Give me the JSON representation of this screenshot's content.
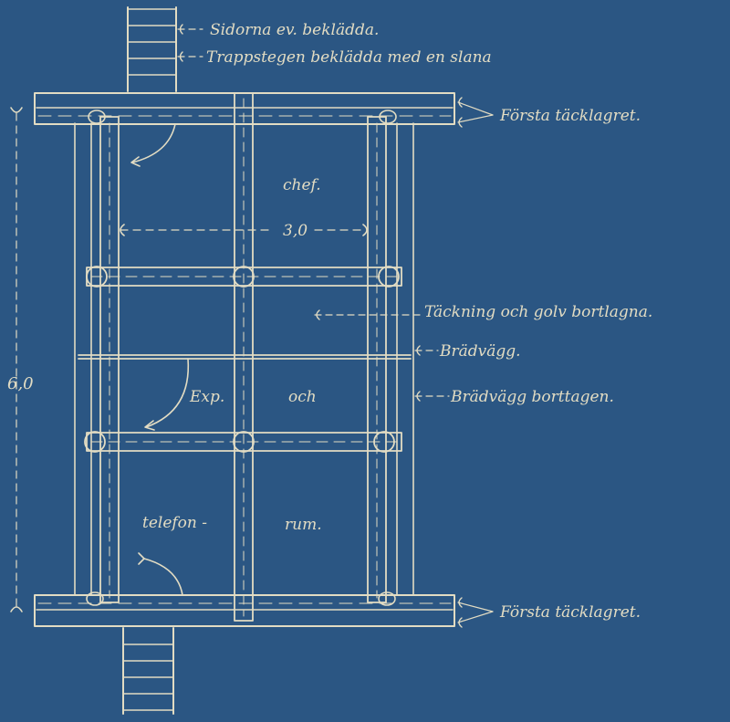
{
  "diagram": {
    "background_color": "#2b5683",
    "ink_color": "#e2dcc3",
    "labels": {
      "sides": "Sidorna ev. beklädda.",
      "ladder": "Trappstegen beklädda med en slana",
      "first_layer_top": "Första täcklagret.",
      "chef": "chef.",
      "width_dim": "3,0",
      "covering_removed": "Täckning och golv bortlagna.",
      "board_wall": "Brädvägg.",
      "exp": "Exp.",
      "och": "och",
      "board_wall_removed": "Brädvägg borttagen.",
      "height_dim": "6,0",
      "telefon": "telefon -",
      "rum": "rum.",
      "first_layer_bottom": "Första täcklagret."
    }
  }
}
